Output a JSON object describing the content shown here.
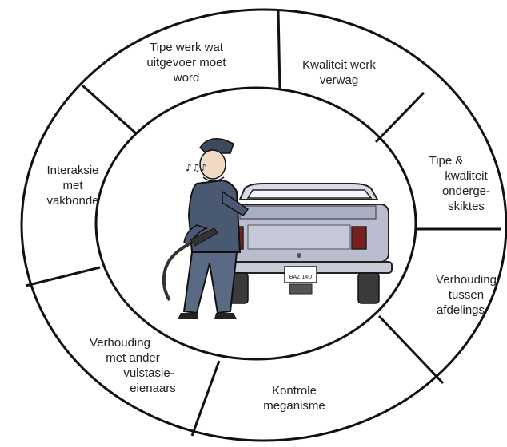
{
  "diagram": {
    "segments": [
      {
        "id": "tipe-werk",
        "lines": [
          "Tipe werk wat",
          "uitgevoer moet",
          "word"
        ]
      },
      {
        "id": "kwaliteit-werk",
        "lines": [
          "Kwaliteit werk",
          "verwag"
        ]
      },
      {
        "id": "tipe-kwaliteit",
        "lines": [
          "Tipe &",
          "kwaliteit",
          "onderge-",
          "skiktes"
        ]
      },
      {
        "id": "verhouding-afdelings",
        "lines": [
          "Verhouding",
          "tussen",
          "afdelings"
        ]
      },
      {
        "id": "kontrole",
        "lines": [
          "Kontrole",
          "meganisme"
        ]
      },
      {
        "id": "verhouding-eienaars",
        "lines": [
          "Verhouding",
          "met ander",
          "vulstasie-",
          "eienaars"
        ]
      },
      {
        "id": "interaksie",
        "lines": [
          "Interaksie",
          "met",
          "vakbonde"
        ]
      }
    ],
    "center_image": {
      "icon": "gas-station-attendant-with-pickup-truck",
      "whistle_notes": "♪♫♪",
      "license_plate": "BAZ 14U"
    }
  }
}
